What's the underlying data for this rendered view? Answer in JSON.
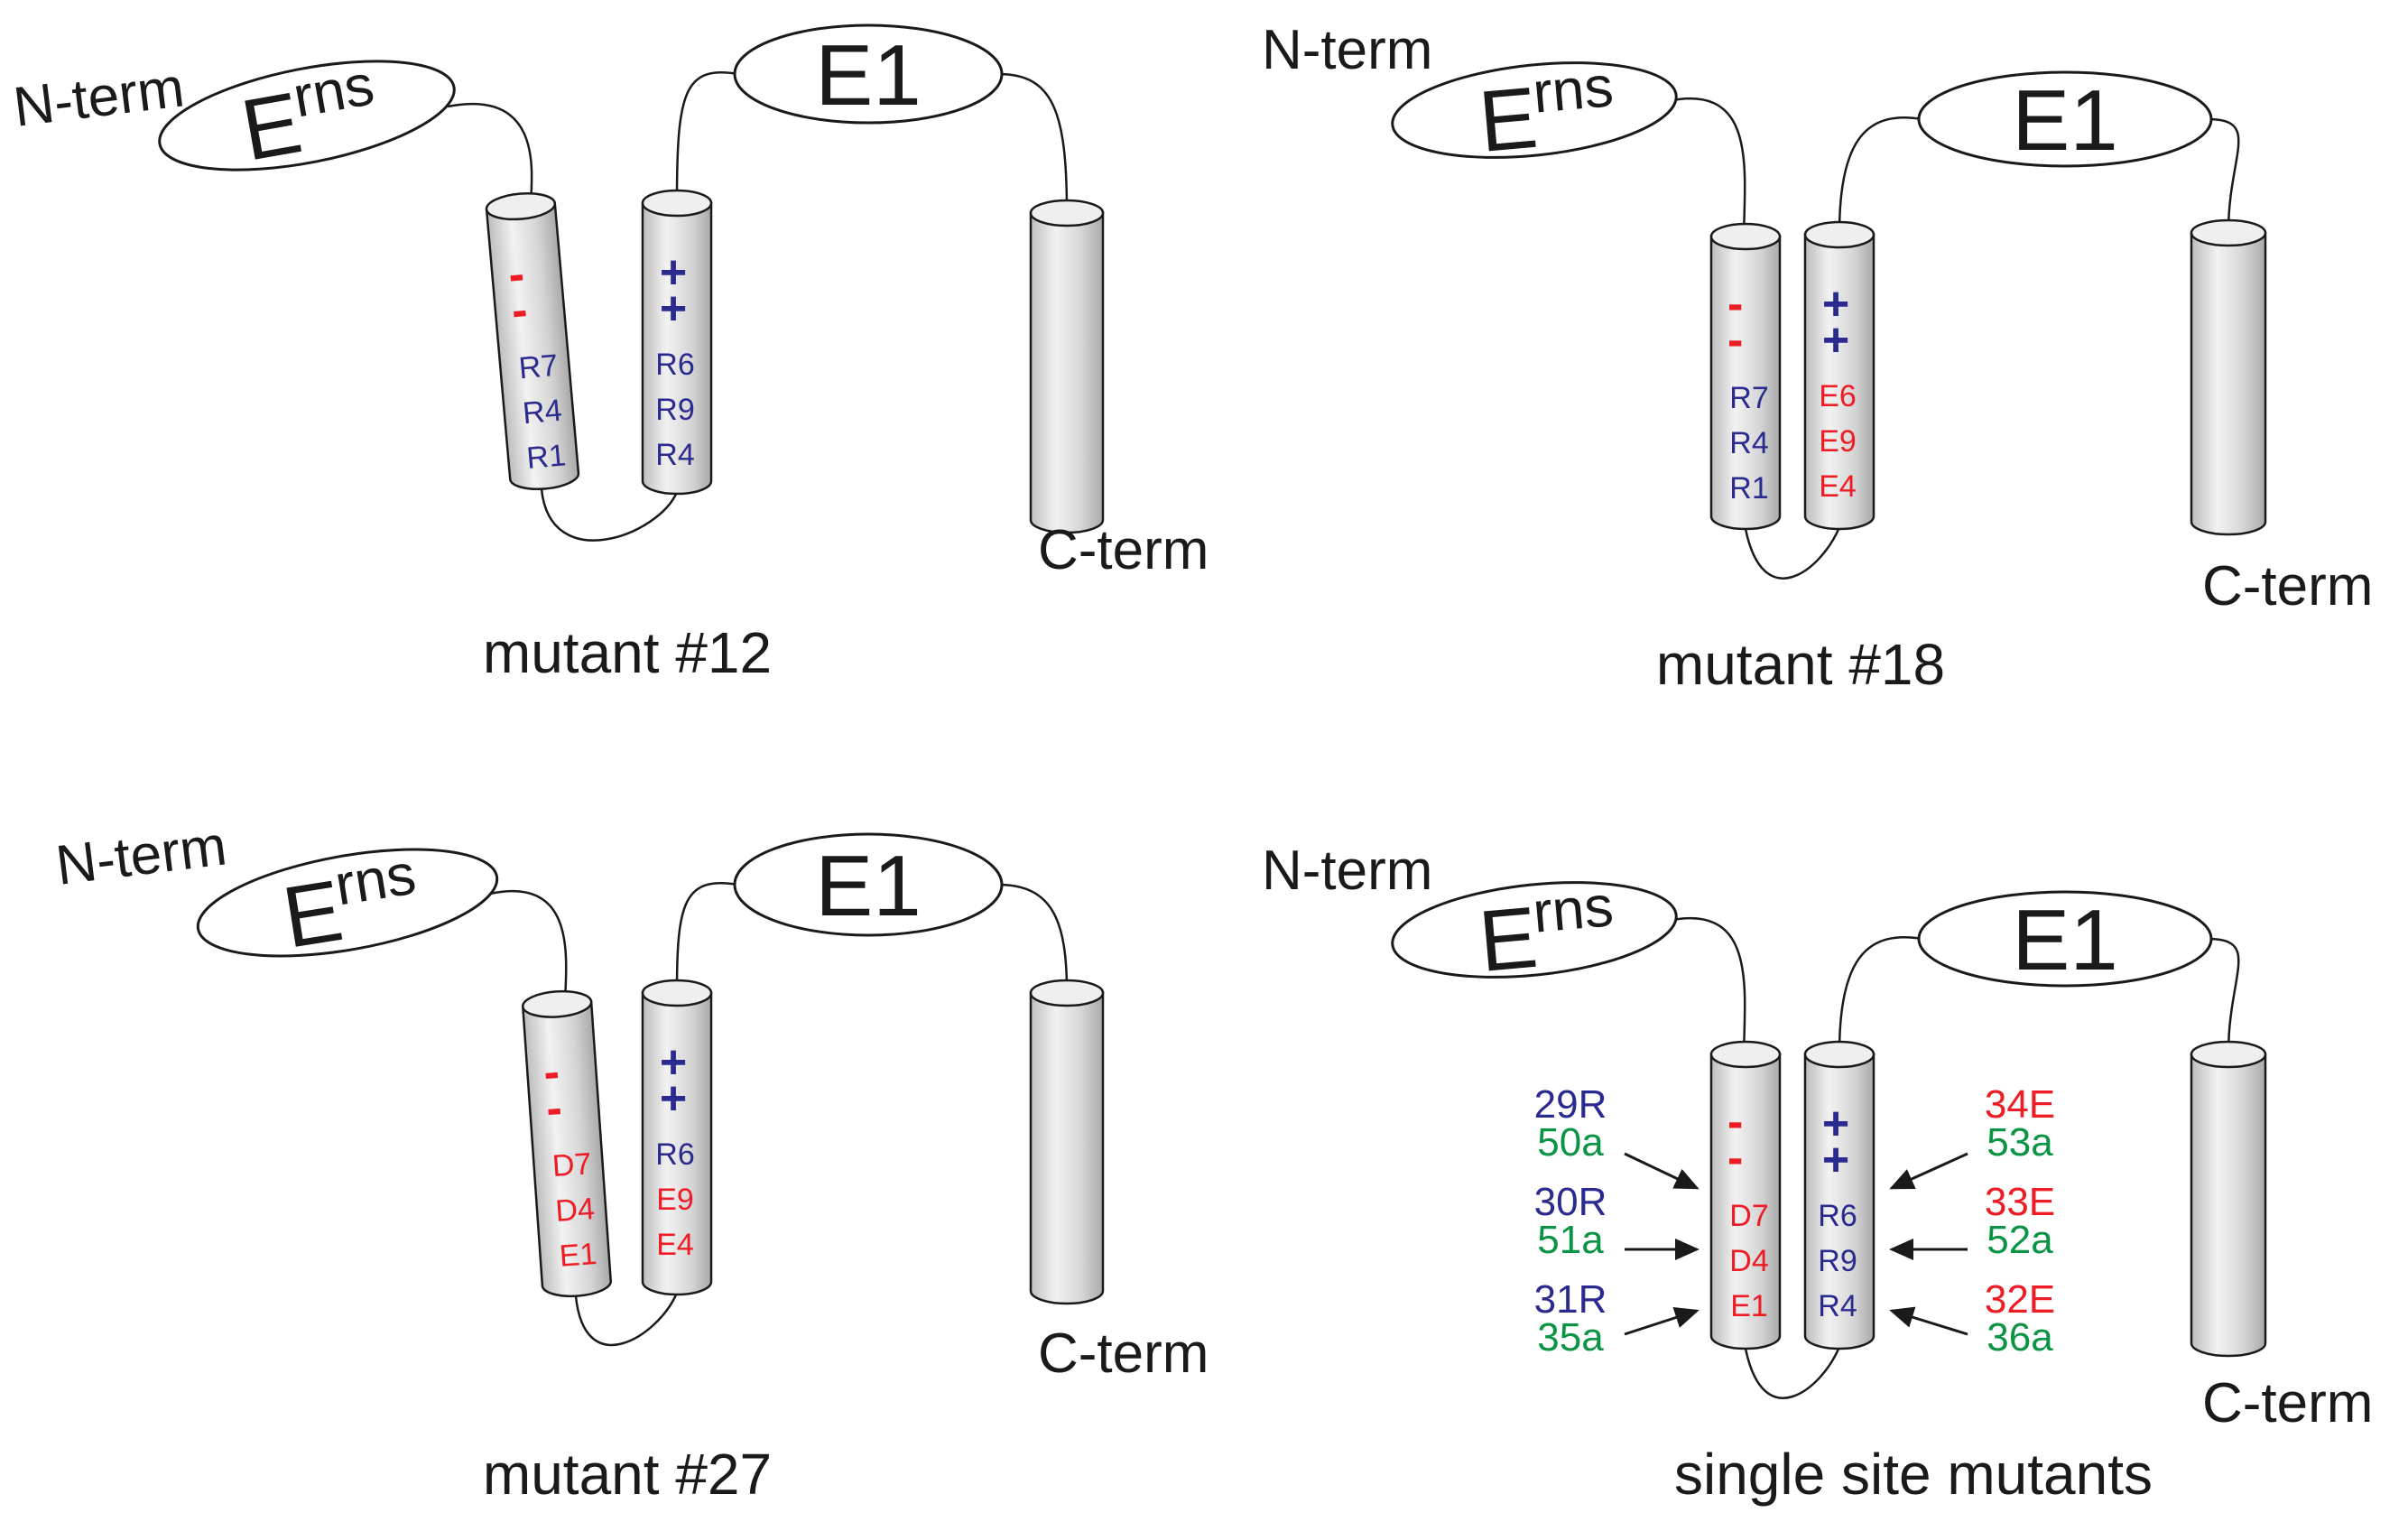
{
  "colors": {
    "positive": "#2b2a8f",
    "negative": "#ee1c25",
    "alanine": "#0b9444",
    "text": "#1a1a1a"
  },
  "labels": {
    "n_term": "N-term",
    "c_term": "C-term",
    "erns_main": "E",
    "erns_sup": "rns",
    "e1": "E1",
    "minus": "-",
    "plus": "+"
  },
  "panels": [
    {
      "title": "mutant #12",
      "tm1_residues": [
        "R7",
        "R4",
        "R1"
      ],
      "tm1_colors": [
        "positive",
        "positive",
        "positive"
      ],
      "tm2_residues": [
        "R6",
        "R9",
        "R4"
      ],
      "tm2_colors": [
        "positive",
        "positive",
        "positive"
      ]
    },
    {
      "title": "mutant #18",
      "tm1_residues": [
        "R7",
        "R4",
        "R1"
      ],
      "tm1_colors": [
        "positive",
        "positive",
        "positive"
      ],
      "tm2_residues": [
        "E6",
        "E9",
        "E4"
      ],
      "tm2_colors": [
        "negative",
        "negative",
        "negative"
      ]
    },
    {
      "title": "mutant #27",
      "tm1_residues": [
        "D7",
        "D4",
        "E1"
      ],
      "tm1_colors": [
        "negative",
        "negative",
        "negative"
      ],
      "tm2_residues": [
        "R6",
        "E9",
        "E4"
      ],
      "tm2_colors": [
        "positive",
        "negative",
        "negative"
      ]
    },
    {
      "title": "single site mutants",
      "tm1_residues": [
        "D7",
        "D4",
        "E1"
      ],
      "tm1_colors": [
        "negative",
        "negative",
        "negative"
      ],
      "tm2_residues": [
        "R6",
        "R9",
        "R4"
      ],
      "tm2_colors": [
        "positive",
        "positive",
        "positive"
      ],
      "left_sites": [
        {
          "mutation": "29R",
          "construct": "50a"
        },
        {
          "mutation": "30R",
          "construct": "51a"
        },
        {
          "mutation": "31R",
          "construct": "35a"
        }
      ],
      "right_sites": [
        {
          "mutation": "34E",
          "construct": "53a"
        },
        {
          "mutation": "33E",
          "construct": "52a"
        },
        {
          "mutation": "32E",
          "construct": "36a"
        }
      ]
    }
  ]
}
